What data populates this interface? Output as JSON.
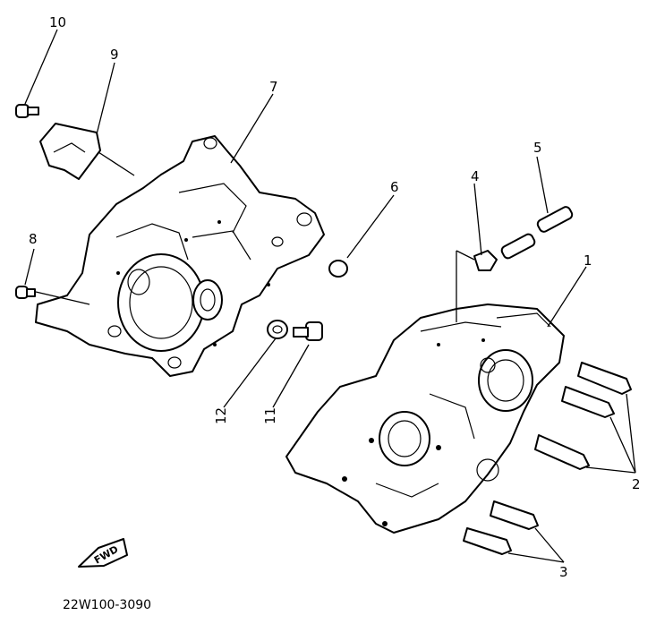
{
  "callouts": [
    {
      "id": "1",
      "text": "1"
    },
    {
      "id": "2",
      "text": "2"
    },
    {
      "id": "3",
      "text": "3"
    },
    {
      "id": "4",
      "text": "4"
    },
    {
      "id": "5",
      "text": "5"
    },
    {
      "id": "6",
      "text": "6"
    },
    {
      "id": "7",
      "text": "7"
    },
    {
      "id": "8",
      "text": "8"
    },
    {
      "id": "9",
      "text": "9"
    },
    {
      "id": "10",
      "text": "10"
    },
    {
      "id": "11",
      "text": "11"
    },
    {
      "id": "12",
      "text": "12"
    }
  ],
  "fwd_label": "FWD",
  "diagram_code": "22W100-3090"
}
